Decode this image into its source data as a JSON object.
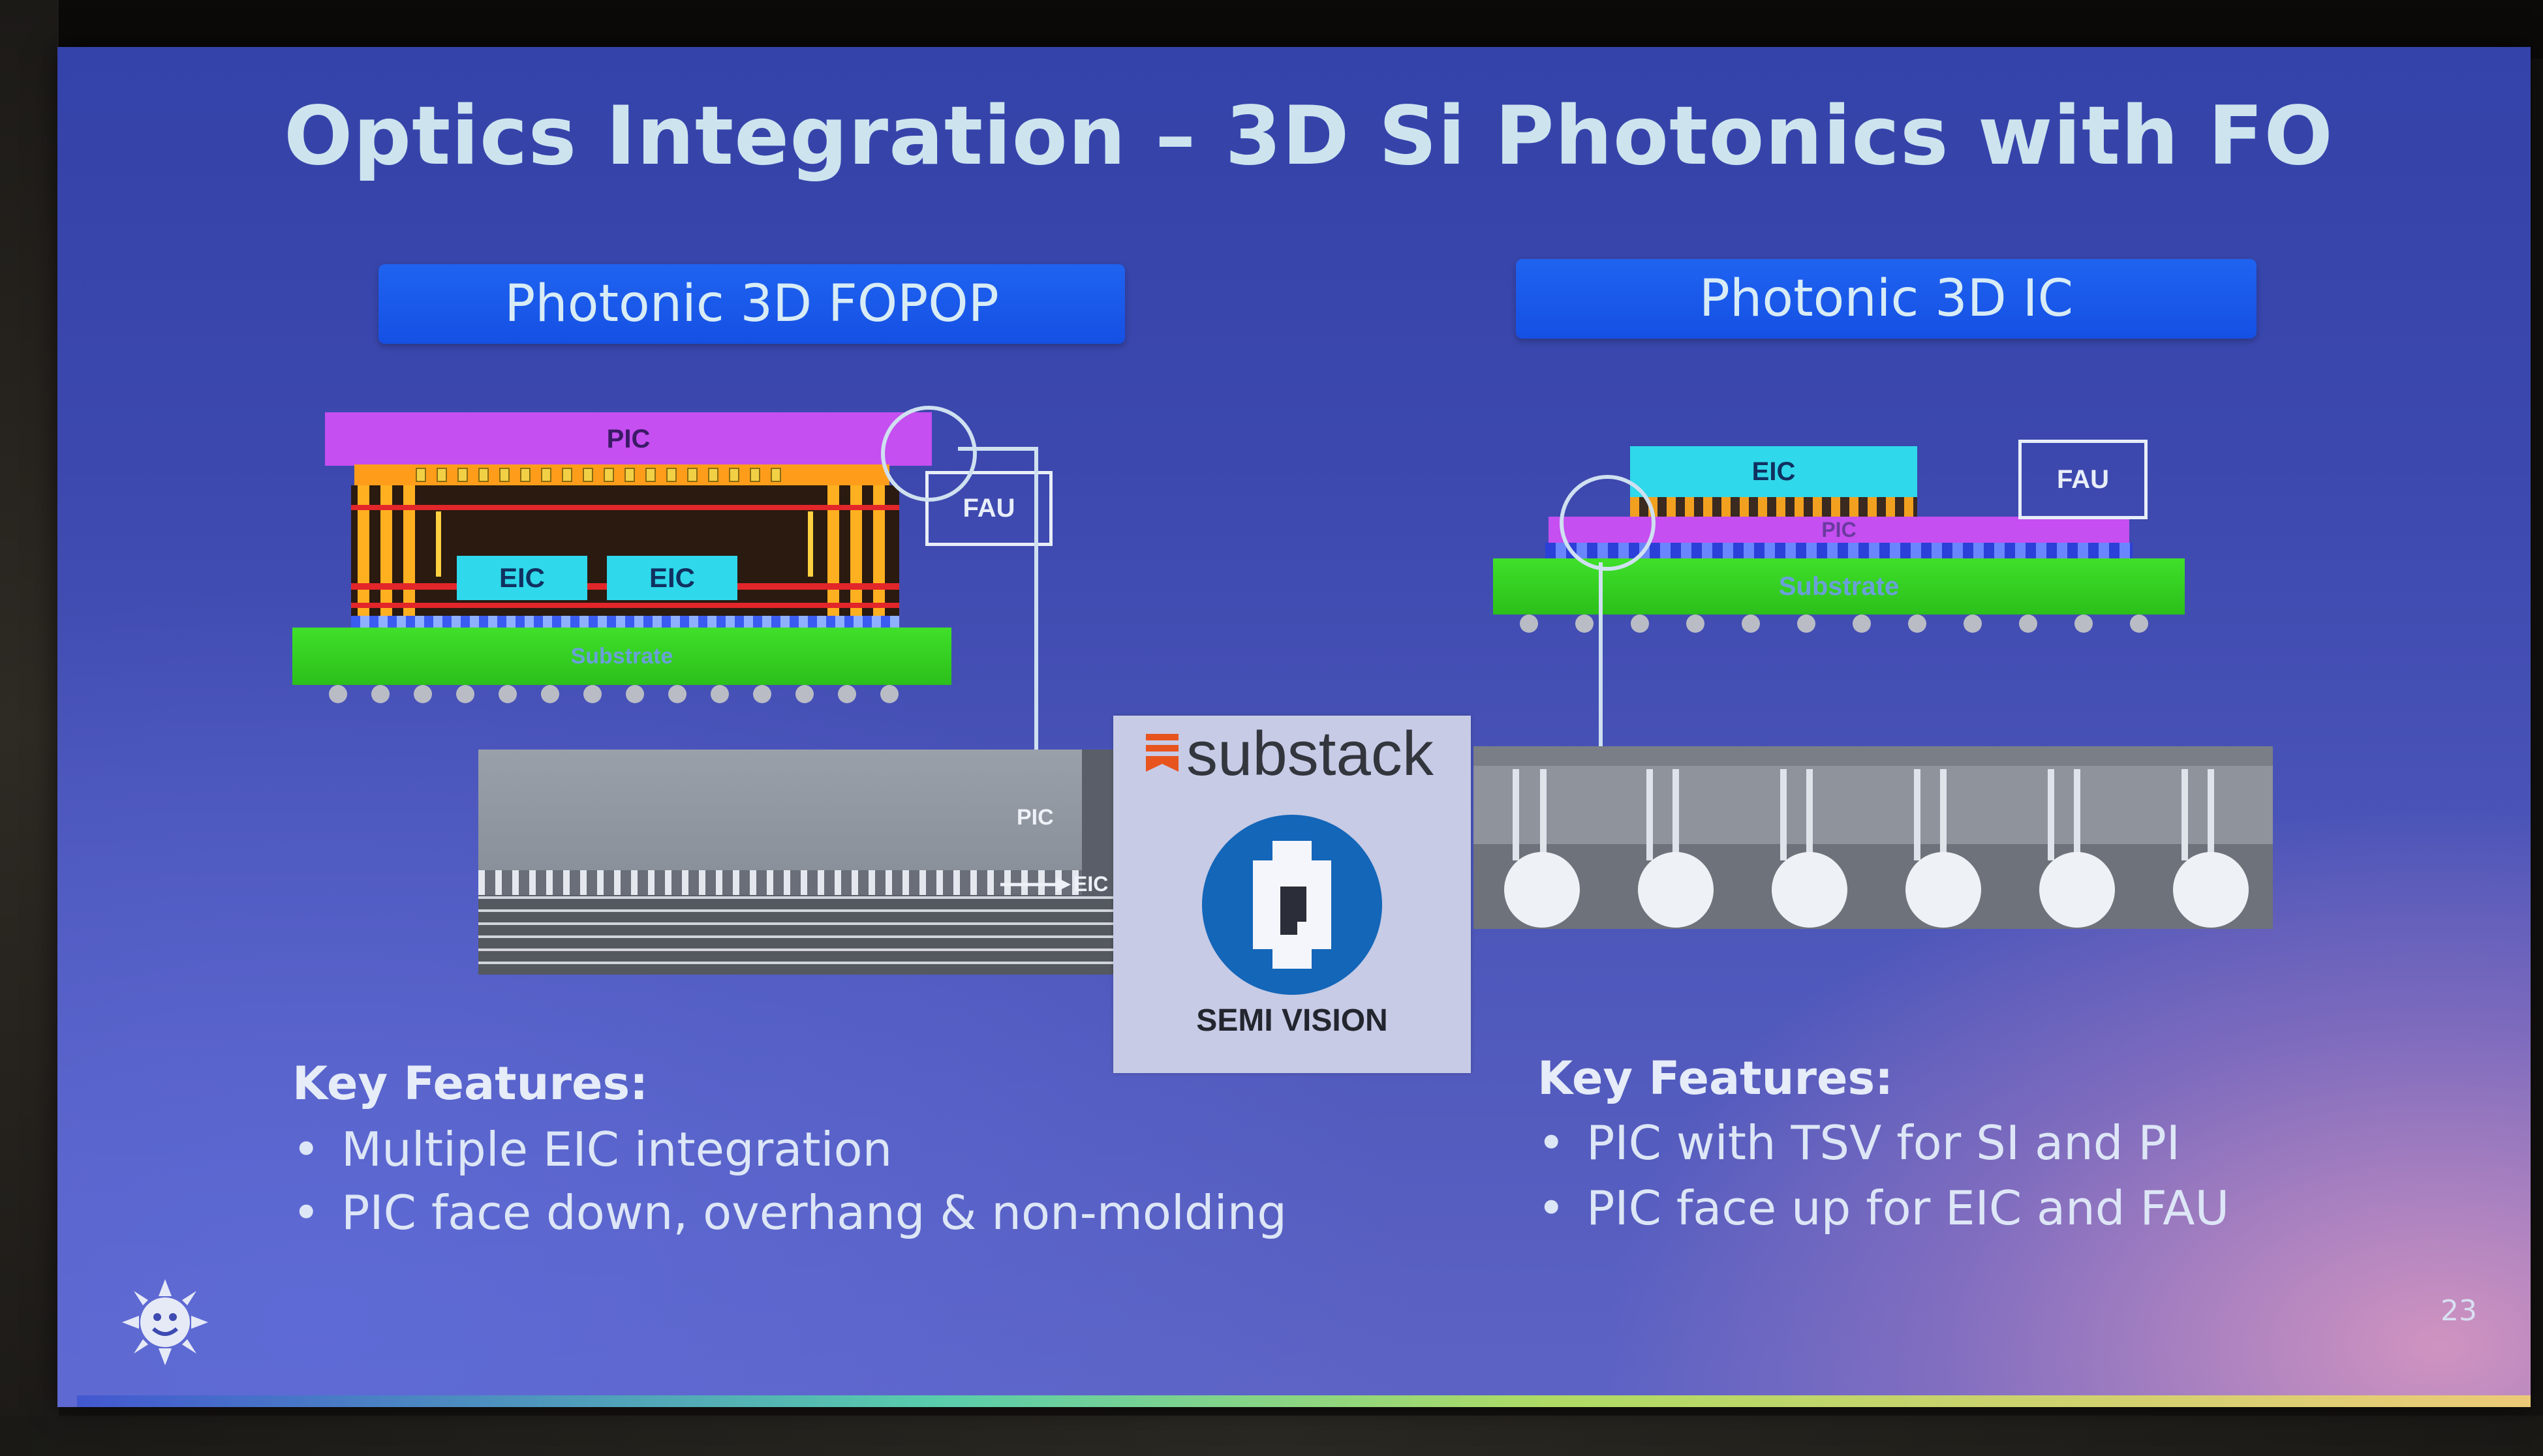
{
  "slide": {
    "title": "Optics Integration – 3D Si Photonics with FO",
    "page_number": "23"
  },
  "left_panel": {
    "header": "Photonic 3D FOPOP",
    "labels": {
      "pic_top": "PIC",
      "eic_1": "EIC",
      "eic_2": "EIC",
      "fau": "FAU",
      "substrate": "Substrate",
      "cross_section_pic": "PIC",
      "cross_section_eic": "EIC"
    },
    "key_features_heading": "Key Features:",
    "features": [
      "Multiple EIC integration",
      "PIC face down, overhang & non-molding"
    ]
  },
  "right_panel": {
    "header": "Photonic 3D IC",
    "labels": {
      "eic": "EIC",
      "fau": "FAU",
      "pic": "PIC",
      "substrate": "Substrate"
    },
    "key_features_heading": "Key Features:",
    "features": [
      "PIC with TSV for SI and PI",
      "PIC face up for EIC and FAU"
    ]
  },
  "watermark": {
    "brand": "substack",
    "name": "SEMI VISION"
  },
  "colors": {
    "pic": "#c54ff0",
    "eic": "#2fd8ea",
    "substrate": "#3fe02a",
    "header": "#1f63f0",
    "substack_orange": "#e8541e",
    "semi_vision_blue": "#1466b8"
  },
  "icons": {
    "logo": "sun-face-icon"
  }
}
